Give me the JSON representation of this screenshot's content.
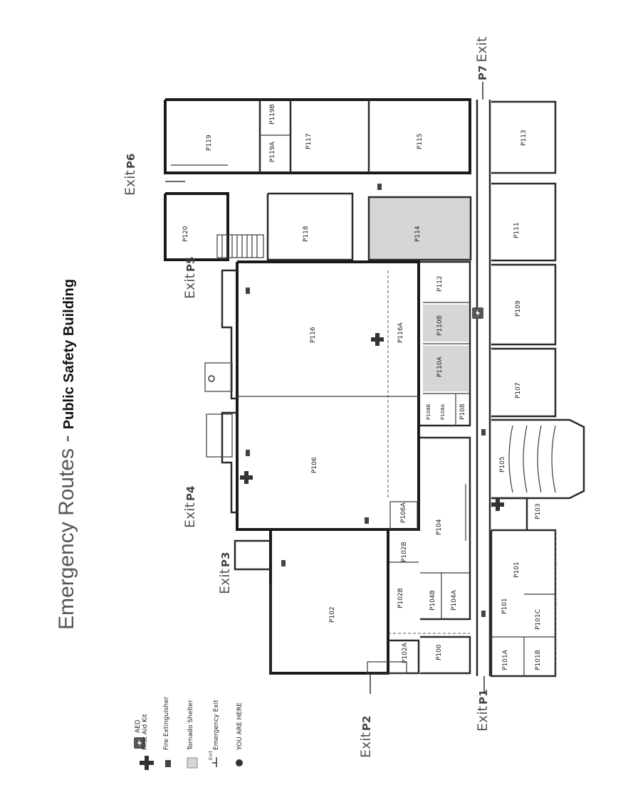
{
  "title": {
    "main": "Emergency Routes - ",
    "building": "Public Safety Building"
  },
  "exits": [
    {
      "id": "p1",
      "word": "Exit",
      "code": "P1"
    },
    {
      "id": "p2",
      "word": "Exit",
      "code": "P2"
    },
    {
      "id": "p3",
      "word": "Exit",
      "code": "P3"
    },
    {
      "id": "p4",
      "word": "Exit",
      "code": "P4"
    },
    {
      "id": "p5",
      "word": "Exit",
      "code": "P5"
    },
    {
      "id": "p6",
      "word": "Exit",
      "code": "P6"
    },
    {
      "id": "p7",
      "word": "Exit",
      "code": "P7"
    }
  ],
  "rooms": [
    "P119",
    "P119B",
    "P119A",
    "P117",
    "P115",
    "P113",
    "P120",
    "P118",
    "P114",
    "P111",
    "P116",
    "P116A",
    "P112",
    "P110B",
    "P109",
    "P110A",
    "P107",
    "P108B",
    "P108A",
    "P108",
    "P106",
    "P105",
    "P106A",
    "P104",
    "P103",
    "P102B",
    "P101",
    "P102B",
    "P104B",
    "P104A",
    "P102",
    "P101",
    "P101C",
    "P102A",
    "P100",
    "P101A",
    "P101B"
  ],
  "legend": {
    "items": [
      {
        "id": "aed",
        "label": "AED",
        "icon": "aed-icon"
      },
      {
        "id": "first-aid",
        "label": "First Aid Kit",
        "icon": "cross-icon"
      },
      {
        "id": "fire-ext",
        "label": "Fire Extinguisher",
        "icon": "fire-extinguisher-icon"
      },
      {
        "id": "tornado",
        "label": "Tornado Shelter",
        "icon": "gray-square-icon"
      },
      {
        "id": "emergency-exit",
        "label": "Emergency Exit",
        "icon": "exit-arrow-icon",
        "icon_text": "Exit"
      },
      {
        "id": "you-are-here",
        "label": "YOU ARE HERE",
        "icon": "dot-icon"
      }
    ]
  },
  "colors": {
    "tornado_shelter": "#d6d6d6",
    "wall": "#2a2a2a"
  }
}
